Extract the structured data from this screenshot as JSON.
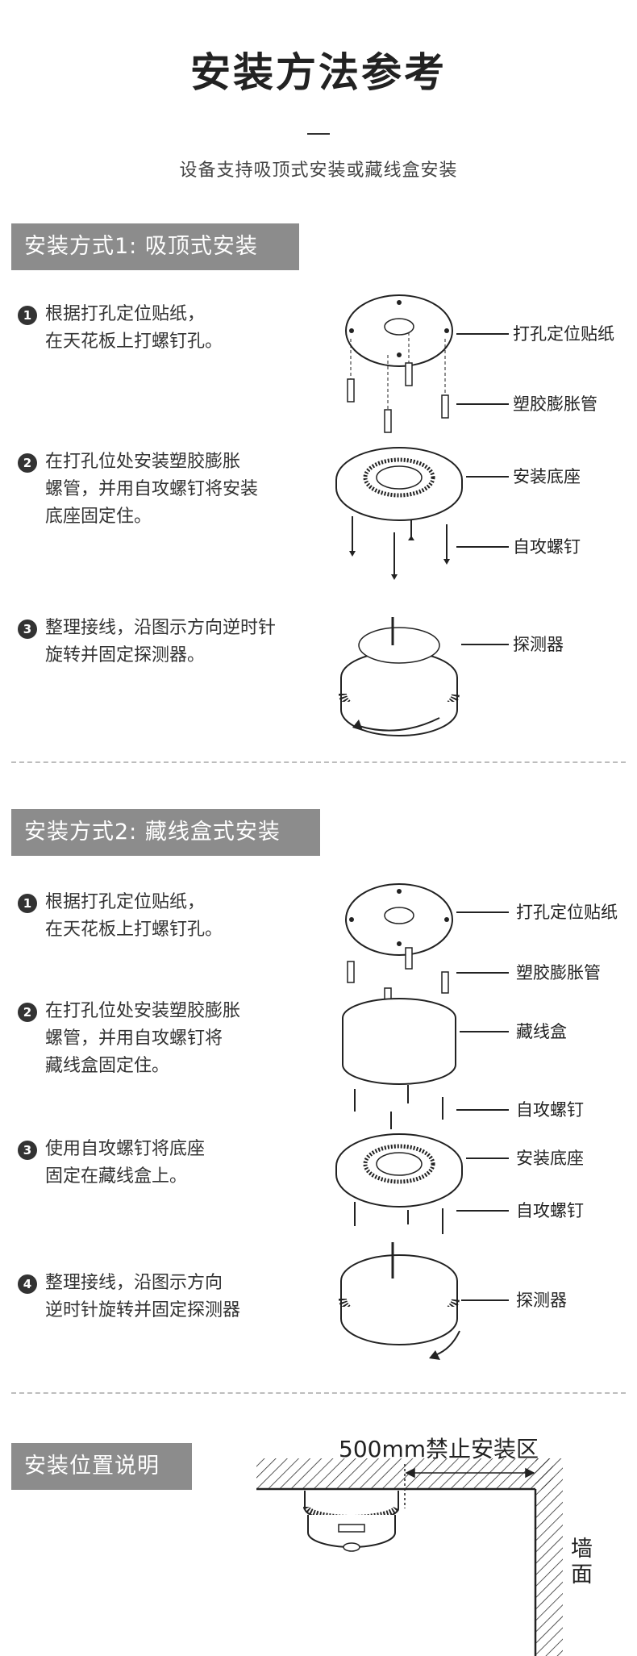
{
  "header": {
    "title": "安装方法参考",
    "subtitle": "设备支持吸顶式安装或藏线盒安装"
  },
  "method1": {
    "tag": "安装方式1: 吸顶式安装",
    "steps": [
      {
        "num": "1",
        "text": "根据打孔定位贴纸，\n在天花板上打螺钉孔。"
      },
      {
        "num": "2",
        "text": "在打孔位处安装塑胶膨胀\n螺管，并用自攻螺钉将安装\n底座固定住。"
      },
      {
        "num": "3",
        "text": "整理接线，沿图示方向逆时针\n旋转并固定探测器。"
      }
    ],
    "labels": [
      "打孔定位贴纸",
      "塑胶膨胀管",
      "安装底座",
      "自攻螺钉",
      "探测器"
    ]
  },
  "method2": {
    "tag": "安装方式2: 藏线盒式安装",
    "steps": [
      {
        "num": "1",
        "text": "根据打孔定位贴纸，\n在天花板上打螺钉孔。"
      },
      {
        "num": "2",
        "text": "在打孔位处安装塑胶膨胀\n螺管，并用自攻螺钉将\n藏线盒固定住。"
      },
      {
        "num": "3",
        "text": "使用自攻螺钉将底座\n固定在藏线盒上。"
      },
      {
        "num": "4",
        "text": "整理接线，沿图示方向\n逆时针旋转并固定探测器"
      }
    ],
    "labels": [
      "打孔定位贴纸",
      "塑胶膨胀管",
      "藏线盒",
      "自攻螺钉",
      "安装底座",
      "自攻螺钉",
      "探测器"
    ]
  },
  "position": {
    "tag": "安装位置说明",
    "zone_label": "500mm禁止安装区",
    "wall_label": "墙面"
  }
}
